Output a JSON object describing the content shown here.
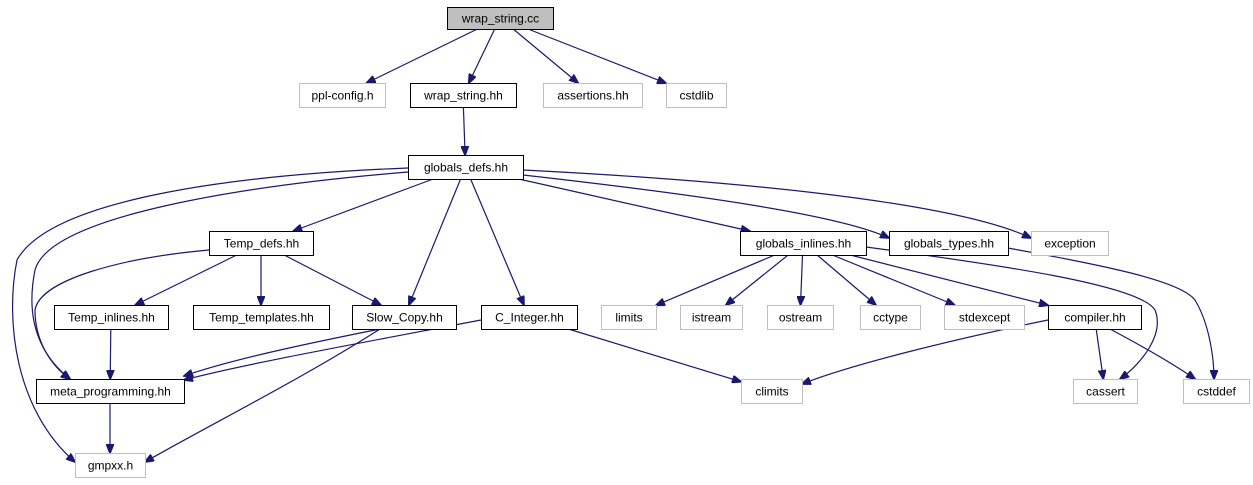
{
  "colors": {
    "edge": "#191970",
    "node_border": "#000000",
    "external_border": "#bfbfbf",
    "root_fill": "#bfbfbf",
    "text": "#000000"
  },
  "nodes": [
    {
      "id": "wrap_string_cc",
      "label": "wrap_string.cc",
      "kind": "root"
    },
    {
      "id": "ppl_config_h",
      "label": "ppl-config.h",
      "kind": "external"
    },
    {
      "id": "wrap_string_hh",
      "label": "wrap_string.hh",
      "kind": "internal"
    },
    {
      "id": "assertions_hh",
      "label": "assertions.hh",
      "kind": "external"
    },
    {
      "id": "cstdlib",
      "label": "cstdlib",
      "kind": "external"
    },
    {
      "id": "globals_defs_hh",
      "label": "globals_defs.hh",
      "kind": "internal"
    },
    {
      "id": "temp_defs_hh",
      "label": "Temp_defs.hh",
      "kind": "internal"
    },
    {
      "id": "globals_inlines_hh",
      "label": "globals_inlines.hh",
      "kind": "internal"
    },
    {
      "id": "globals_types_hh",
      "label": "globals_types.hh",
      "kind": "internal"
    },
    {
      "id": "exception",
      "label": "exception",
      "kind": "external"
    },
    {
      "id": "temp_inlines_hh",
      "label": "Temp_inlines.hh",
      "kind": "internal"
    },
    {
      "id": "temp_templates_hh",
      "label": "Temp_templates.hh",
      "kind": "internal"
    },
    {
      "id": "slow_copy_hh",
      "label": "Slow_Copy.hh",
      "kind": "internal"
    },
    {
      "id": "c_integer_hh",
      "label": "C_Integer.hh",
      "kind": "internal"
    },
    {
      "id": "limits",
      "label": "limits",
      "kind": "external"
    },
    {
      "id": "istream",
      "label": "istream",
      "kind": "external"
    },
    {
      "id": "ostream",
      "label": "ostream",
      "kind": "external"
    },
    {
      "id": "cctype",
      "label": "cctype",
      "kind": "external"
    },
    {
      "id": "stdexcept",
      "label": "stdexcept",
      "kind": "external"
    },
    {
      "id": "compiler_hh",
      "label": "compiler.hh",
      "kind": "internal"
    },
    {
      "id": "meta_programming_hh",
      "label": "meta_programming.hh",
      "kind": "internal"
    },
    {
      "id": "climits",
      "label": "climits",
      "kind": "external"
    },
    {
      "id": "cassert",
      "label": "cassert",
      "kind": "external"
    },
    {
      "id": "cstddef",
      "label": "cstddef",
      "kind": "external"
    },
    {
      "id": "gmpxx_h",
      "label": "gmpxx.h",
      "kind": "external"
    }
  ],
  "edges": [
    {
      "from": "wrap_string_cc",
      "to": "ppl_config_h"
    },
    {
      "from": "wrap_string_cc",
      "to": "wrap_string_hh"
    },
    {
      "from": "wrap_string_cc",
      "to": "assertions_hh"
    },
    {
      "from": "wrap_string_cc",
      "to": "cstdlib"
    },
    {
      "from": "wrap_string_hh",
      "to": "globals_defs_hh"
    },
    {
      "from": "globals_defs_hh",
      "to": "gmpxx_h"
    },
    {
      "from": "globals_defs_hh",
      "to": "meta_programming_hh"
    },
    {
      "from": "globals_defs_hh",
      "to": "temp_defs_hh"
    },
    {
      "from": "globals_defs_hh",
      "to": "slow_copy_hh"
    },
    {
      "from": "globals_defs_hh",
      "to": "c_integer_hh"
    },
    {
      "from": "globals_defs_hh",
      "to": "globals_inlines_hh"
    },
    {
      "from": "globals_defs_hh",
      "to": "globals_types_hh"
    },
    {
      "from": "globals_defs_hh",
      "to": "exception"
    },
    {
      "from": "temp_defs_hh",
      "to": "meta_programming_hh"
    },
    {
      "from": "temp_defs_hh",
      "to": "temp_inlines_hh"
    },
    {
      "from": "temp_defs_hh",
      "to": "temp_templates_hh"
    },
    {
      "from": "temp_defs_hh",
      "to": "slow_copy_hh"
    },
    {
      "from": "temp_inlines_hh",
      "to": "meta_programming_hh"
    },
    {
      "from": "slow_copy_hh",
      "to": "meta_programming_hh"
    },
    {
      "from": "slow_copy_hh",
      "to": "gmpxx_h"
    },
    {
      "from": "c_integer_hh",
      "to": "meta_programming_hh"
    },
    {
      "from": "c_integer_hh",
      "to": "climits"
    },
    {
      "from": "meta_programming_hh",
      "to": "gmpxx_h"
    },
    {
      "from": "globals_inlines_hh",
      "to": "limits"
    },
    {
      "from": "globals_inlines_hh",
      "to": "istream"
    },
    {
      "from": "globals_inlines_hh",
      "to": "ostream"
    },
    {
      "from": "globals_inlines_hh",
      "to": "cctype"
    },
    {
      "from": "globals_inlines_hh",
      "to": "stdexcept"
    },
    {
      "from": "globals_inlines_hh",
      "to": "compiler_hh"
    },
    {
      "from": "globals_inlines_hh",
      "to": "cassert"
    },
    {
      "from": "globals_types_hh",
      "to": "cstddef"
    },
    {
      "from": "compiler_hh",
      "to": "climits"
    },
    {
      "from": "compiler_hh",
      "to": "cassert"
    },
    {
      "from": "compiler_hh",
      "to": "cstddef"
    }
  ]
}
